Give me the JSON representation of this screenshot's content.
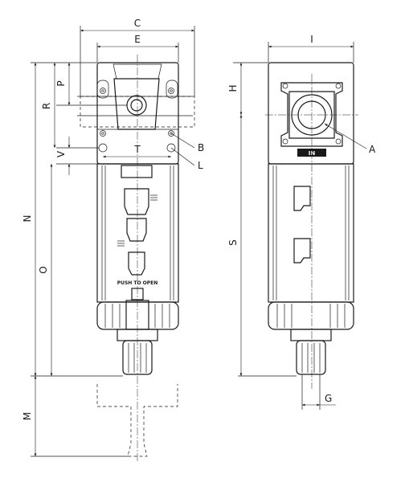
{
  "dimensions": {
    "C": "C",
    "E": "E",
    "P": "P",
    "R": "R",
    "V": "V",
    "T": "T",
    "N": "N",
    "O": "O",
    "M": "M",
    "B": "B",
    "L": "L",
    "I": "I",
    "H": "H",
    "S": "S",
    "A": "A",
    "G": "G"
  },
  "labels": {
    "push_to_open": "PUSH TO OPEN",
    "port_in": "IN"
  }
}
